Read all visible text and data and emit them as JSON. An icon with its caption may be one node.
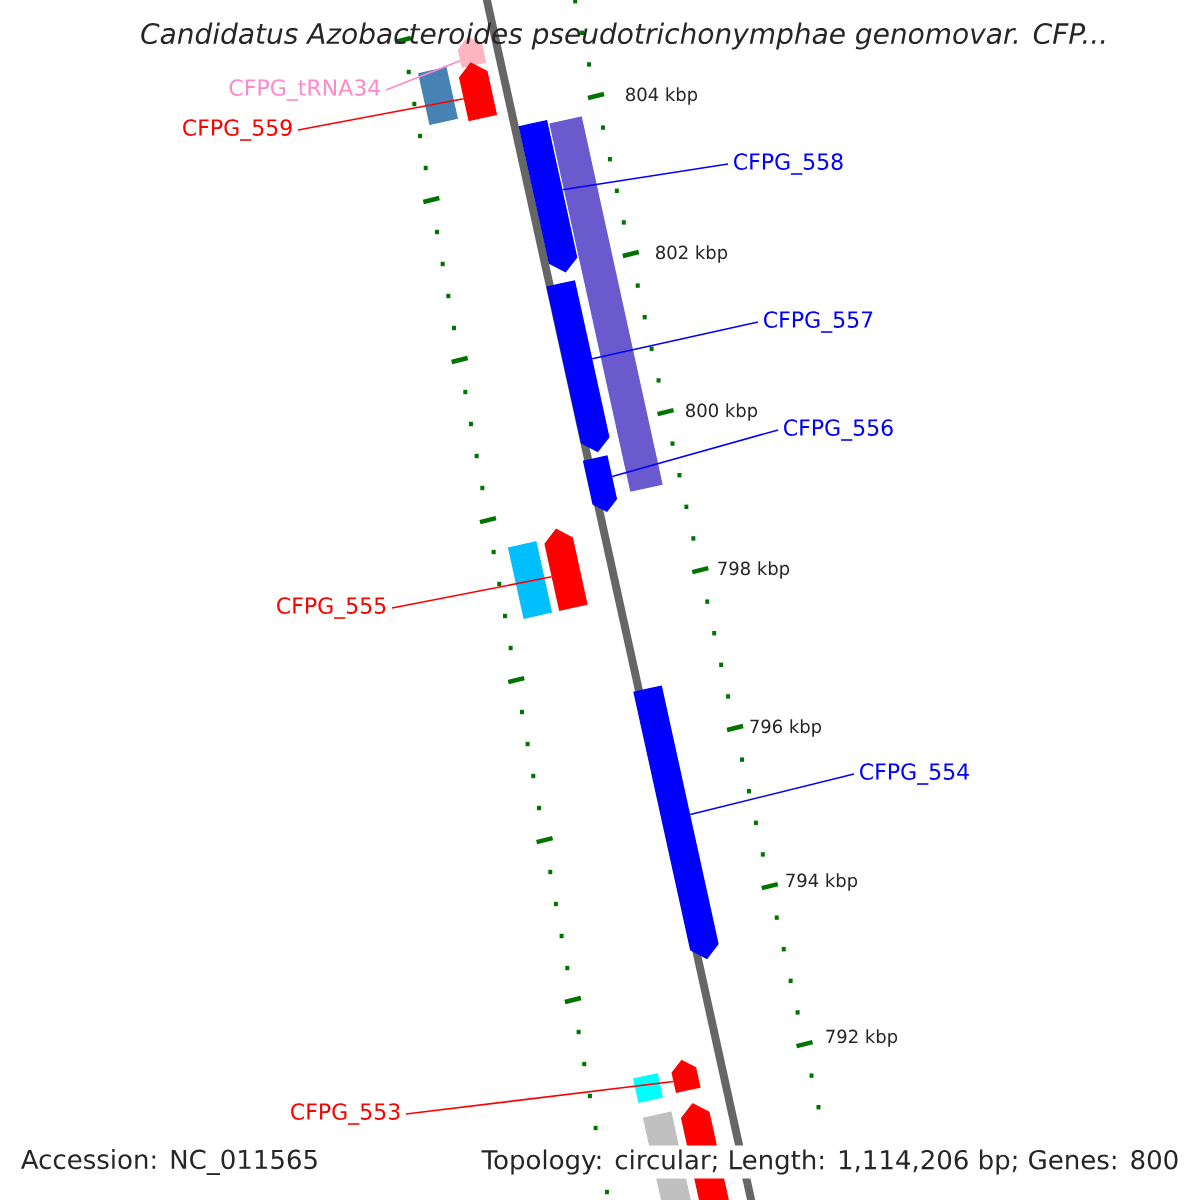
{
  "diagram": {
    "title": "Candidatus Azobacteroides pseudotrichonymphae genomovar. CFP...",
    "nodes": [
      {
        "text": [
          "CFPG_tRNA34"
        ]
      },
      {
        "text": [],
        "shape": "bar"
      },
      {
        "text": [],
        "shape": "bar"
      },
      {
        "text": [
          "CFPG_559"
        ]
      },
      {
        "text": [],
        "shape": "bar"
      },
      {
        "text": [],
        "shape": "bar"
      },
      {
        "text": [],
        "shape": "bar"
      },
      {
        "text": [
          "CFPG_558"
        ]
      },
      {
        "text": [],
        "shape": "bar"
      },
      {
        "text": [
          "CFPG_557"
        ]
      },
      {
        "text": [],
        "shape": "bar"
      },
      {
        "text": [
          "CFPG_556"
        ]
      },
      {
        "text": [],
        "shape": "bar"
      },
      {
        "text": [],
        "shape": "bar"
      },
      {
        "text": [
          "CFPG_555"
        ]
      },
      {
        "text": [],
        "shape": "bar"
      },
      {
        "text": [
          "CFPG_554"
        ]
      },
      {
        "text": [],
        "shape": "bar"
      },
      {
        "text": [],
        "shape": "bar"
      },
      {
        "text": [],
        "shape": "bar"
      },
      {
        "text": [],
        "shape": "bar"
      },
      {
        "text": [
          "CFPG_553"
        ]
      }
    ],
    "edges": [
      {
        "from": 0,
        "to": 1,
        "arrow": "none",
        "color": "#ff88cc"
      },
      {
        "from": 3,
        "to": 4,
        "arrow": "none",
        "color": "#ff0000"
      },
      {
        "from": 7,
        "to": 5,
        "arrow": "none",
        "color": "#0000ff"
      },
      {
        "from": 9,
        "to": 8,
        "arrow": "none",
        "color": "#0000ff"
      },
      {
        "from": 11,
        "to": 10,
        "arrow": "none",
        "color": "#0000ff"
      },
      {
        "from": 14,
        "to": 13,
        "arrow": "none",
        "color": "#ff0000"
      },
      {
        "from": 16,
        "to": 15,
        "arrow": "none",
        "color": "#0000ff"
      },
      {
        "from": 21,
        "to": 18,
        "arrow": "none",
        "color": "#ff0000"
      }
    ],
    "labels": [
      "804 kbp",
      "802 kbp",
      "800 kbp",
      "798 kbp",
      "796 kbp",
      "794 kbp",
      "792 kbp",
      "Accession: NC_011565",
      "Topology: circular; Length: 1,114,206 bp; Genes: 800"
    ]
  }
}
